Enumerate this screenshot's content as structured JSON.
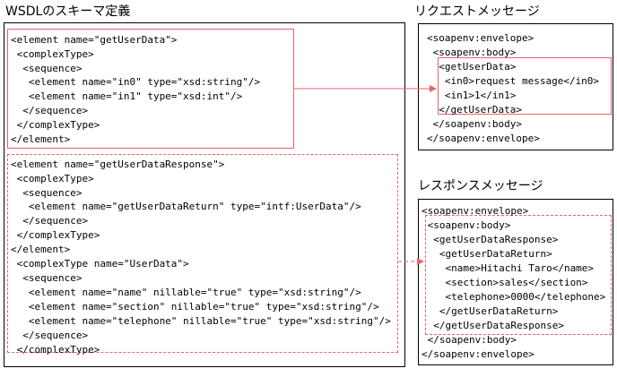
{
  "titles": {
    "schema": "WSDLのスキーマ定義",
    "request": "リクエストメッセージ",
    "response": "レスポンスメッセージ"
  },
  "schema_lines": [
    "<element name=\"getUserData\">",
    " <complexType>",
    "  <sequence>",
    "   <element name=\"in0\" type=\"xsd:string\"/>",
    "   <element name=\"in1\" type=\"xsd:int\"/>",
    "  </sequence>",
    " </complexType>",
    "</element>",
    "<element name=\"getUserDataResponse\">",
    " <complexType>",
    "  <sequence>",
    "   <element name=\"getUserDataReturn\" type=\"intf:UserData\"/>",
    "  </sequence>",
    " </complexType>",
    "</element>",
    " <complexType name=\"UserData\">",
    "  <sequence>",
    "   <element name=\"name\" nillable=\"true\" type=\"xsd:string\"/>",
    "   <element name=\"section\" nillable=\"true\" type=\"xsd:string\"/>",
    "   <element name=\"telephone\" nillable=\"true\" type=\"xsd:string\"/>",
    "  </sequence>",
    " </complexType>"
  ],
  "request_lines": [
    "<soapenv:envelope>",
    " <soapenv:body>",
    "  <getUserData>",
    "   <in0>request message</in0>",
    "   <in1>1</in1>",
    "  </getUserData>",
    " </soapenv:body>",
    "</soapenv:envelope>"
  ],
  "response_lines": [
    "<soapenv:envelope>",
    " <soapenv:body>",
    "  <getUserDataResponse>",
    "   <getUserDataReturn>",
    "    <name>Hitachi Taro</name>",
    "    <section>sales</section>",
    "    <telephone>0000</telephone>",
    "   </getUserDataReturn>",
    "  </getUserDataResponse>",
    " </soapenv:body>",
    "</soapenv:envelope>"
  ],
  "colors": {
    "highlight": "#e8626b"
  }
}
